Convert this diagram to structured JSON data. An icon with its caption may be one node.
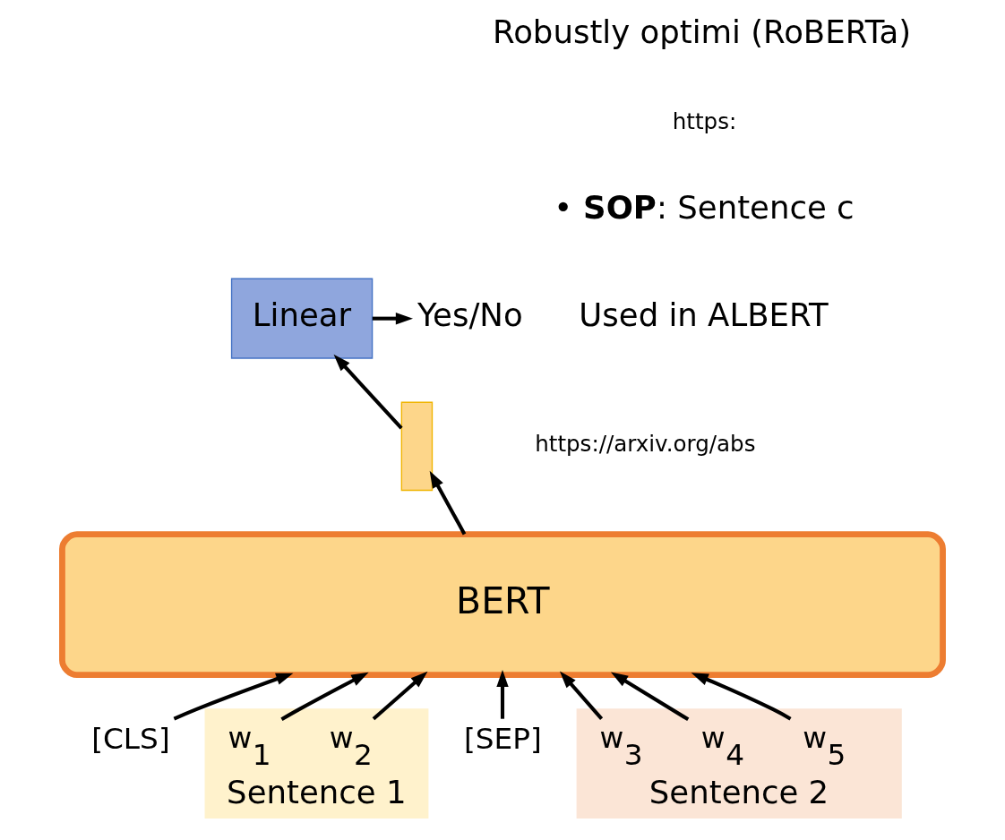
{
  "diagram": {
    "nodes": [
      {
        "text": [
          "Linear"
        ]
      },
      {
        "text": [
          "Yes/No"
        ]
      },
      {
        "text": [],
        "shape": "box"
      },
      {
        "text": [
          "BERT"
        ]
      },
      {
        "text": [
          "[CLS]"
        ]
      },
      {
        "text": [
          "Sentence 1"
        ]
      },
      {
        "text": [
          "w$_{1}$"
        ],
        "in": 5
      },
      {
        "text": [
          "w$_{2}$"
        ],
        "in": 5
      },
      {
        "text": [
          "[SEP]"
        ]
      },
      {
        "text": [
          "Sentence 2"
        ]
      },
      {
        "text": [
          "w$_{3}$"
        ],
        "in": 9
      },
      {
        "text": [
          "w$_{4}$"
        ],
        "in": 9
      },
      {
        "text": [
          "w$_{5}$"
        ],
        "in": 9
      }
    ],
    "edges": [
      {
        "from": 0,
        "to": 1,
        "arrow": "to"
      },
      {
        "from": 2,
        "to": 0,
        "arrow": "to"
      },
      {
        "from": 3,
        "to": 2,
        "arrow": "to"
      },
      {
        "from": 4,
        "to": 3,
        "arrow": "to"
      },
      {
        "from": 6,
        "to": 3,
        "arrow": "to"
      },
      {
        "from": 7,
        "to": 3,
        "arrow": "to"
      },
      {
        "from": 8,
        "to": 3,
        "arrow": "to"
      },
      {
        "from": 10,
        "to": 3,
        "arrow": "to"
      },
      {
        "from": 11,
        "to": 3,
        "arrow": "to"
      },
      {
        "from": 12,
        "to": 3,
        "arrow": "to"
      }
    ],
    "labels": [
      "Robustly optimi (RoBERTa)",
      "https:",
      "• **SOP**: Sentence c",
      "Used in ALBERT",
      "https://arxiv.org/abs"
    ]
  }
}
